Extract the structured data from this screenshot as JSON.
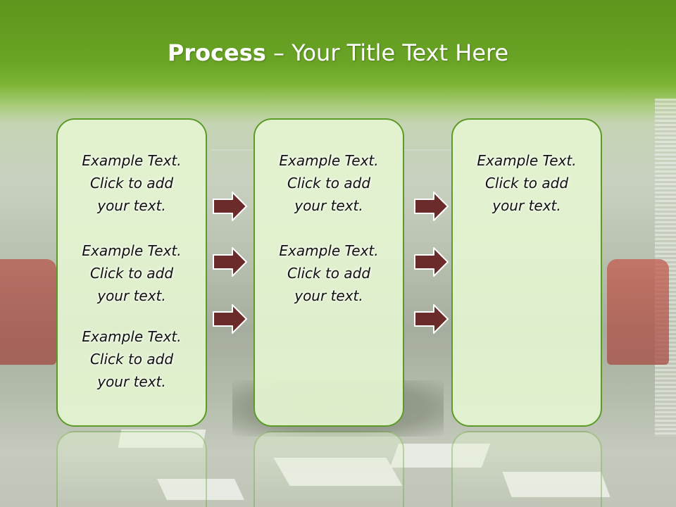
{
  "title": {
    "bold": "Process",
    "rest": " – Your Title Text Here"
  },
  "columns": [
    {
      "blocks": [
        [
          "Example Text.",
          "Click  to add",
          "your text."
        ],
        [
          "Example Text.",
          "Click  to add",
          "your text."
        ],
        [
          "Example Text.",
          "Click  to add",
          "your text."
        ]
      ]
    },
    {
      "blocks": [
        [
          "Example Text.",
          "Click  to add",
          "your text."
        ],
        [
          "Example Text.",
          "Click  to add",
          "your text."
        ]
      ]
    },
    {
      "blocks": [
        [
          "Example Text.",
          "Click  to add",
          "your text."
        ]
      ]
    }
  ],
  "arrow_icon": "right-arrow-icon",
  "colors": {
    "header": "#6aa526",
    "box_fill": "#e4f4d0",
    "box_border": "#5c9b2a",
    "arrow_fill": "#6b2b2b",
    "arrow_stroke": "#ffffff"
  }
}
